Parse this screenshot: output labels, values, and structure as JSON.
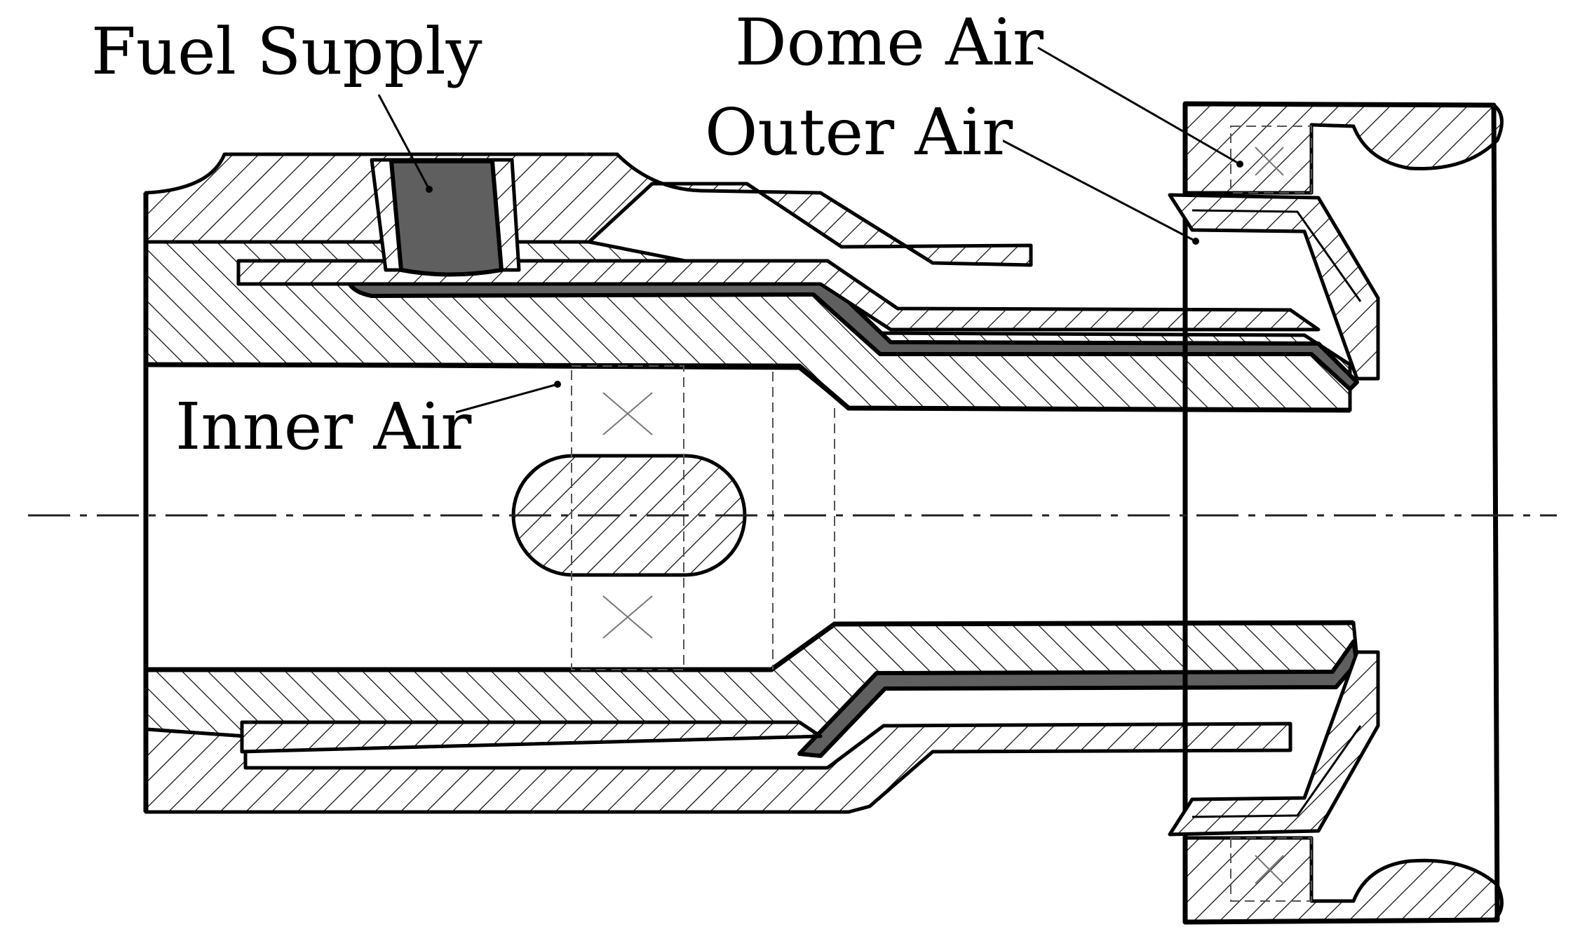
{
  "labels": {
    "fuel_supply": "Fuel Supply",
    "dome_air": "Dome Air",
    "outer_air": "Outer Air",
    "inner_air": "Inner Air"
  },
  "colors": {
    "fuel": "#5f5f5f",
    "outline": "#000000",
    "background": "#ffffff"
  }
}
